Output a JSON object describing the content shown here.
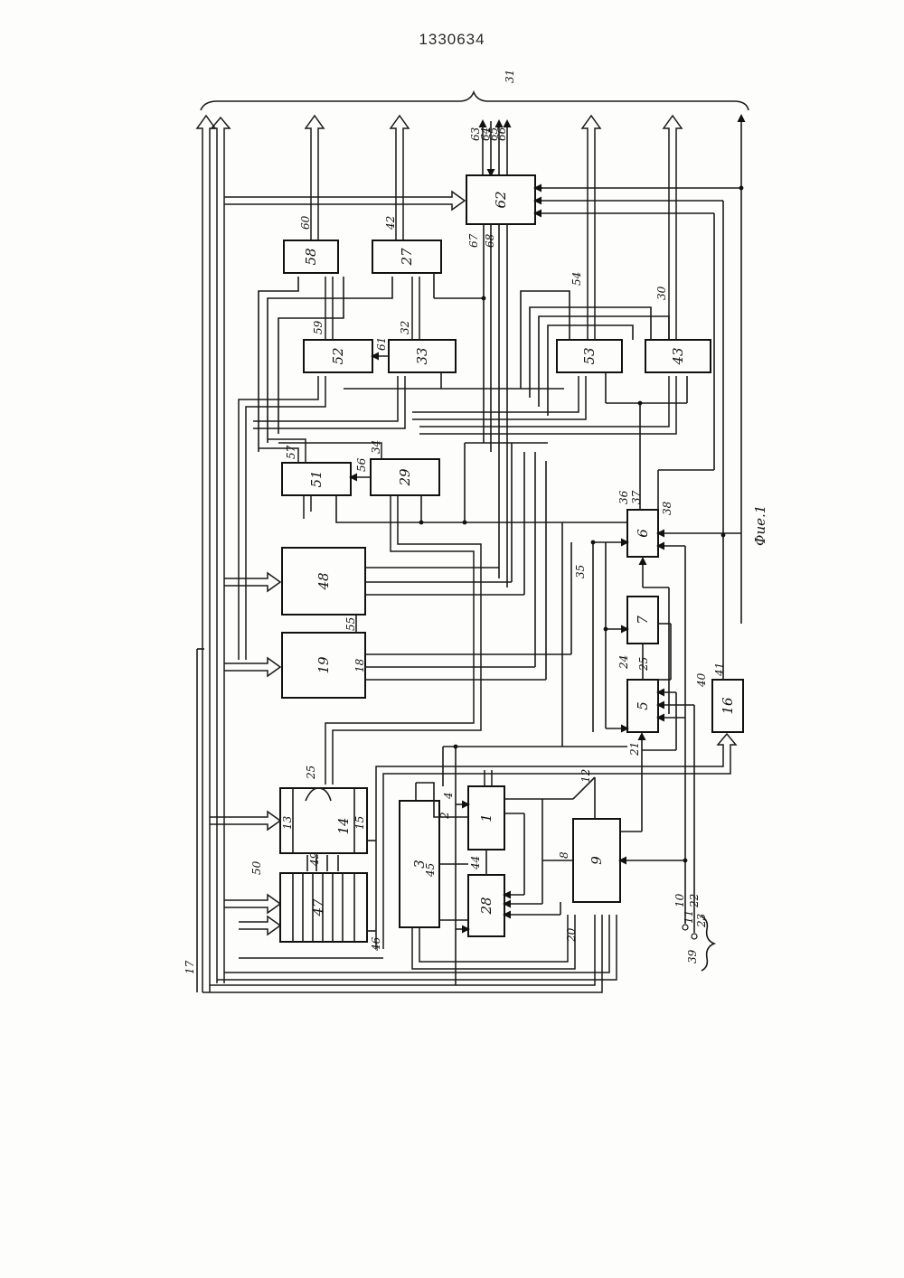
{
  "document": {
    "number": "1330634",
    "figure_caption": "Фие.1"
  },
  "blocks": [
    {
      "id": "b1",
      "label": "1"
    },
    {
      "id": "b3",
      "label": "3"
    },
    {
      "id": "b5",
      "label": "5"
    },
    {
      "id": "b6",
      "label": "6"
    },
    {
      "id": "b7",
      "label": "7"
    },
    {
      "id": "b9",
      "label": "9"
    },
    {
      "id": "b14",
      "label": "14"
    },
    {
      "id": "b16",
      "label": "16"
    },
    {
      "id": "b19",
      "label": "19"
    },
    {
      "id": "b27",
      "label": "27"
    },
    {
      "id": "b28",
      "label": "28"
    },
    {
      "id": "b29",
      "label": "29"
    },
    {
      "id": "b33",
      "label": "33"
    },
    {
      "id": "b43",
      "label": "43"
    },
    {
      "id": "b47",
      "label": "47"
    },
    {
      "id": "b48",
      "label": "48"
    },
    {
      "id": "b51",
      "label": "51"
    },
    {
      "id": "b52",
      "label": "52"
    },
    {
      "id": "b53",
      "label": "53"
    },
    {
      "id": "b58",
      "label": "58"
    },
    {
      "id": "b62",
      "label": "62"
    }
  ],
  "signals": [
    {
      "id": "s31",
      "label": "31"
    },
    {
      "id": "s60",
      "label": "60"
    },
    {
      "id": "s42",
      "label": "42"
    },
    {
      "id": "s63",
      "label": "63"
    },
    {
      "id": "s64",
      "label": "64"
    },
    {
      "id": "s65",
      "label": "65"
    },
    {
      "id": "s66",
      "label": "66"
    },
    {
      "id": "s67",
      "label": "67"
    },
    {
      "id": "s68",
      "label": "68"
    },
    {
      "id": "s54",
      "label": "54"
    },
    {
      "id": "s30",
      "label": "30"
    },
    {
      "id": "s59",
      "label": "59"
    },
    {
      "id": "s32",
      "label": "32"
    },
    {
      "id": "s61",
      "label": "61"
    },
    {
      "id": "s57",
      "label": "57"
    },
    {
      "id": "s56",
      "label": "56"
    },
    {
      "id": "s34",
      "label": "34"
    },
    {
      "id": "s36",
      "label": "36"
    },
    {
      "id": "s37",
      "label": "37"
    },
    {
      "id": "s38",
      "label": "38"
    },
    {
      "id": "s35",
      "label": "35"
    },
    {
      "id": "s55",
      "label": "55"
    },
    {
      "id": "s18",
      "label": "18"
    },
    {
      "id": "s24",
      "label": "24"
    },
    {
      "id": "s25a",
      "label": "25"
    },
    {
      "id": "s40",
      "label": "40"
    },
    {
      "id": "s41",
      "label": "41"
    },
    {
      "id": "s21",
      "label": "21"
    },
    {
      "id": "s25b",
      "label": "25"
    },
    {
      "id": "s12",
      "label": "12"
    },
    {
      "id": "s13",
      "label": "13"
    },
    {
      "id": "s15",
      "label": "15"
    },
    {
      "id": "s2",
      "label": "2"
    },
    {
      "id": "s4",
      "label": "4"
    },
    {
      "id": "s44",
      "label": "44"
    },
    {
      "id": "s45",
      "label": "45"
    },
    {
      "id": "s8",
      "label": "8"
    },
    {
      "id": "s49",
      "label": "49"
    },
    {
      "id": "s50",
      "label": "50"
    },
    {
      "id": "s46",
      "label": "46"
    },
    {
      "id": "s20",
      "label": "20"
    },
    {
      "id": "s17",
      "label": "17"
    },
    {
      "id": "s10",
      "label": "10"
    },
    {
      "id": "s11",
      "label": "11"
    },
    {
      "id": "s22",
      "label": "22"
    },
    {
      "id": "s23",
      "label": "23"
    },
    {
      "id": "s39",
      "label": "39"
    }
  ]
}
